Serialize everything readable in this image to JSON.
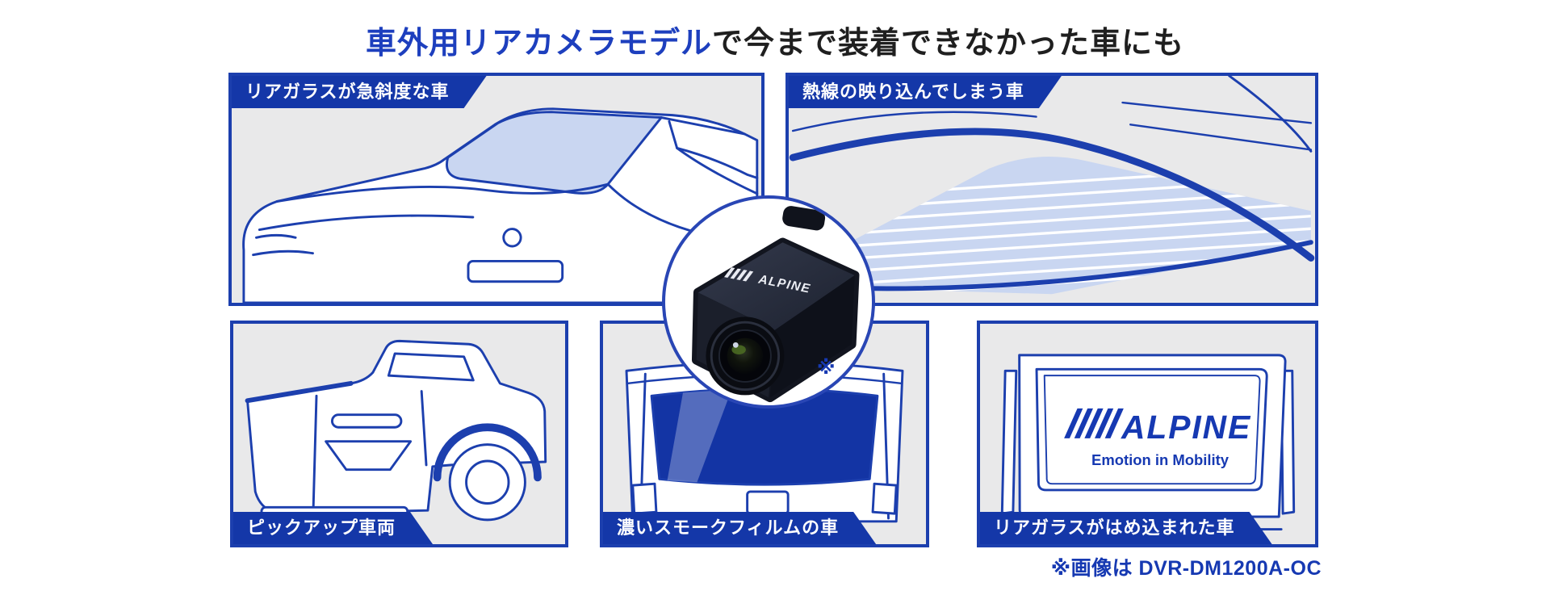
{
  "title": {
    "highlight": "車外用リアカメラモデル",
    "rest": "で今まで装着できなかった車にも"
  },
  "panels": [
    {
      "id": "steep-rear-glass",
      "label": "リアガラスが急斜度な車",
      "label_position": "top-left"
    },
    {
      "id": "heat-wire-glass",
      "label": "熱線の映り込んでしまう車",
      "label_position": "top-left"
    },
    {
      "id": "pickup",
      "label": "ピックアップ車両",
      "label_position": "bottom-left"
    },
    {
      "id": "dark-smoke-film",
      "label": "濃いスモークフィルムの車",
      "label_position": "bottom-left"
    },
    {
      "id": "fitted-rear-glass",
      "label": "リアガラスがはめ込まれた車",
      "label_position": "bottom-left"
    }
  ],
  "camera": {
    "brand": "ALPINE",
    "note_mark": "※"
  },
  "window_logo": {
    "brand": "ALPINE",
    "tagline": "Emotion in Mobility"
  },
  "footnote": "※画像は DVR-DM1200A-OC",
  "colors": {
    "brand_blue": "#1639b2",
    "label_blue": "#1437a8",
    "line_blue": "#1c3fae",
    "title_blue": "#1d3fbe",
    "panel_background": "#e9e9ea",
    "glass_tint": "#c9d6f1",
    "smoke_window_blue": "#1334a4",
    "text_dark": "#1f1f1f"
  }
}
